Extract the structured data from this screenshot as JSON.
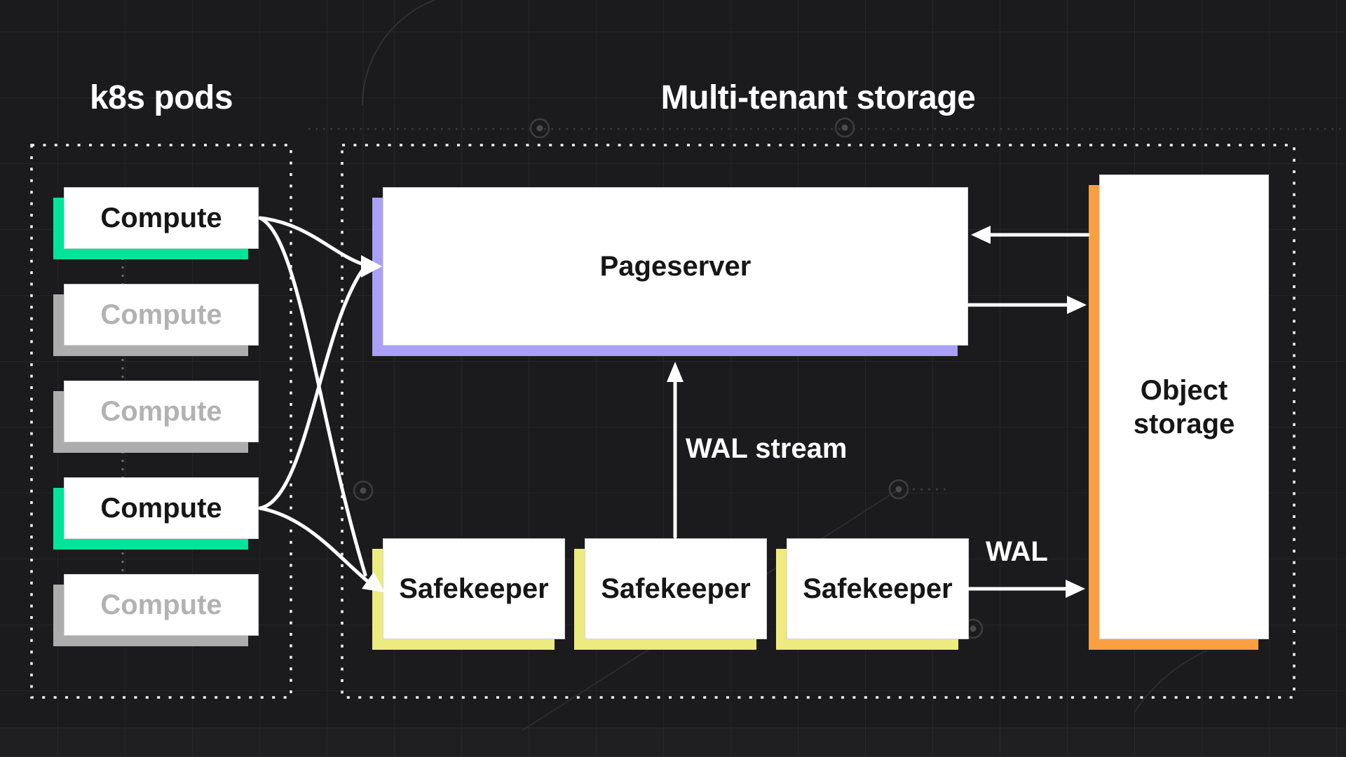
{
  "titles": {
    "k8s": "k8s pods",
    "storage": "Multi-tenant storage"
  },
  "nodes": {
    "computes": [
      {
        "label": "Compute",
        "state": "active"
      },
      {
        "label": "Compute",
        "state": "inactive"
      },
      {
        "label": "Compute",
        "state": "inactive"
      },
      {
        "label": "Compute",
        "state": "active"
      },
      {
        "label": "Compute",
        "state": "inactive"
      }
    ],
    "pageserver": {
      "label": "Pageserver"
    },
    "safekeepers": [
      {
        "label": "Safekeeper"
      },
      {
        "label": "Safekeeper"
      },
      {
        "label": "Safekeeper"
      }
    ],
    "object_storage": {
      "label": "Object storage"
    }
  },
  "annotations": {
    "wal_stream": "WAL stream",
    "wal": "WAL"
  },
  "colors": {
    "active_accent": "#00e599",
    "inactive_accent": "#adadad",
    "inactive_text": "#b2b2b2",
    "pageserver_accent": "#aba0f7",
    "safekeeper_accent": "#edea80",
    "object_storage_accent": "#faa043",
    "arrow": "#ffffff"
  }
}
